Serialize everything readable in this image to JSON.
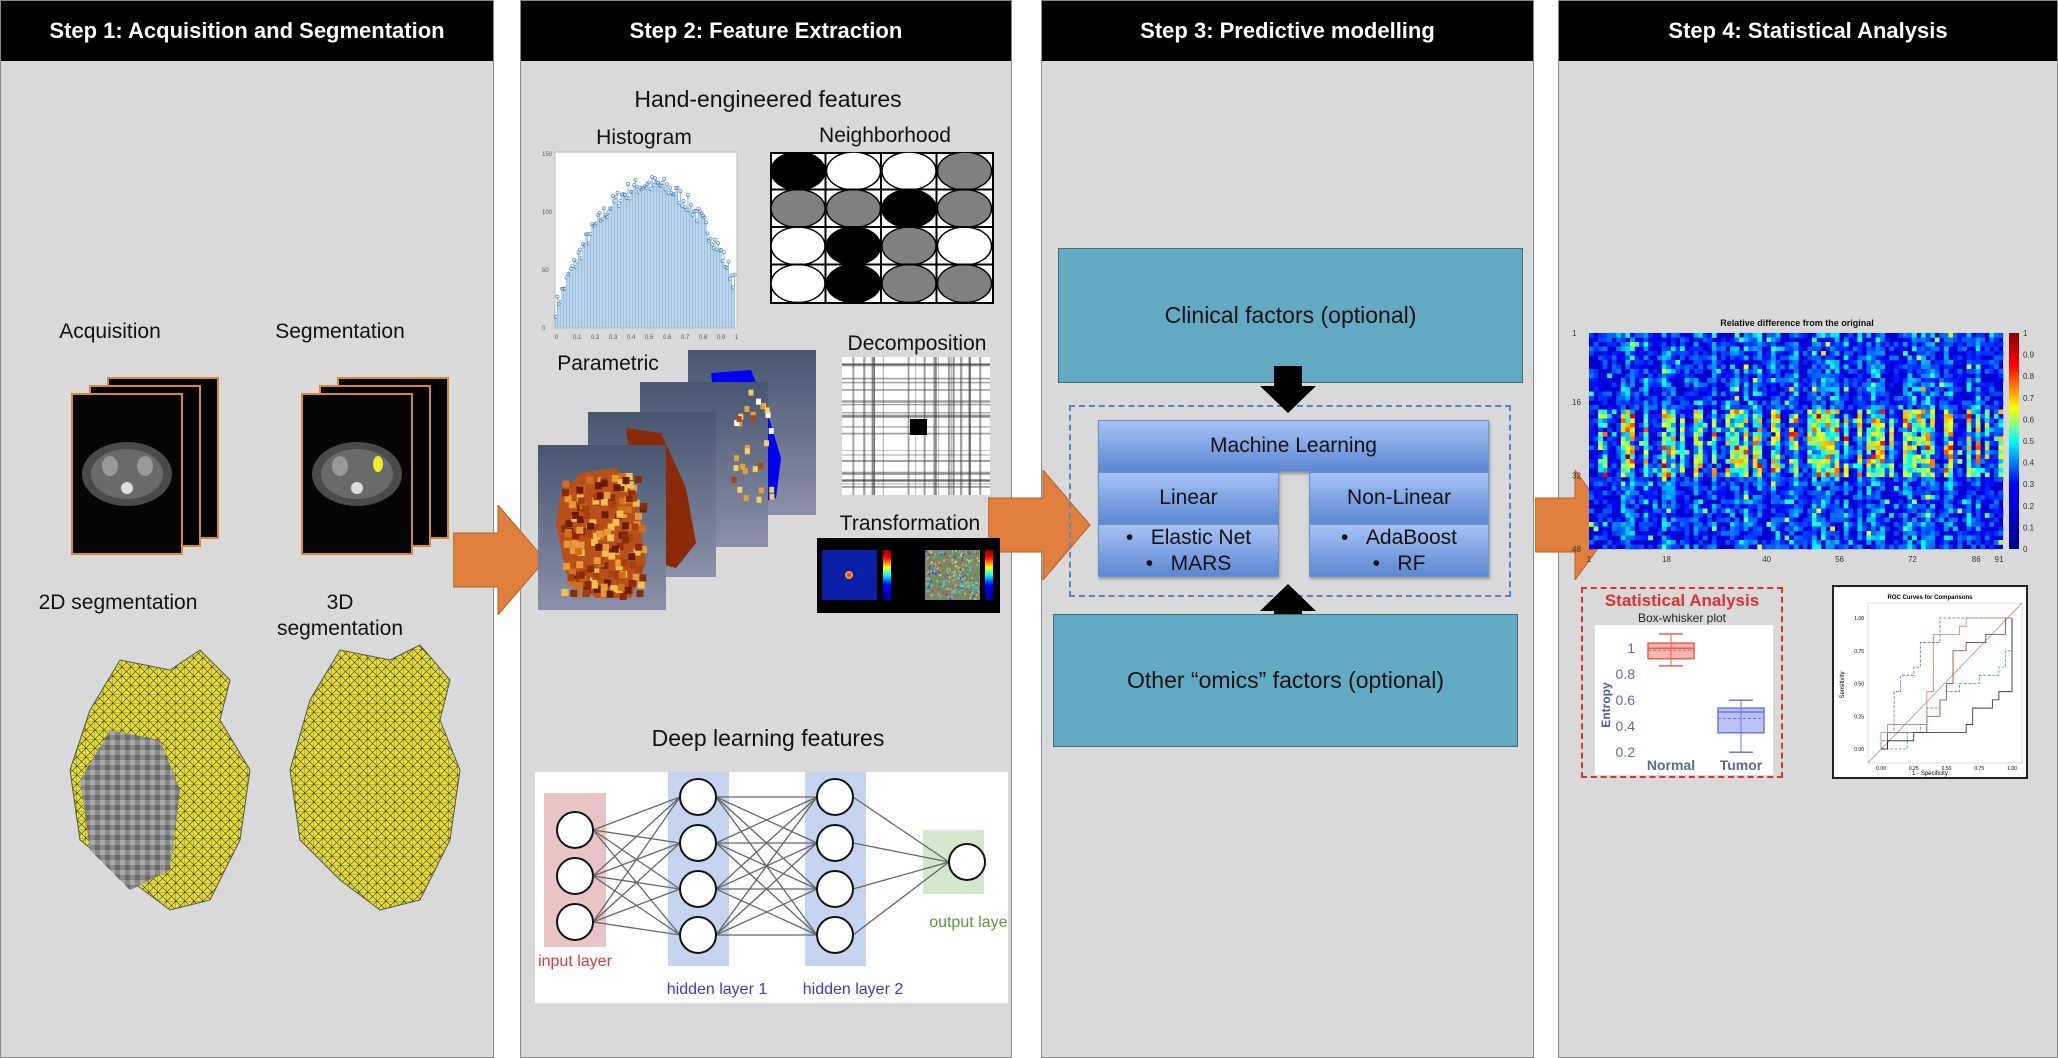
{
  "steps": [
    {
      "title": "Step 1: Acquisition and Segmentation"
    },
    {
      "title": "Step 2: Feature Extraction"
    },
    {
      "title": "Step 3: Predictive modelling"
    },
    {
      "title": "Step 4: Statistical Analysis"
    }
  ],
  "step1": {
    "acquisition": "Acquisition",
    "segmentation": "Segmentation",
    "seg2d": "2D segmentation",
    "seg3d": "3D segmentation"
  },
  "step2": {
    "hand_title": "Hand-engineered features",
    "histogram": "Histogram",
    "neighborhood": "Neighborhood",
    "parametric": "Parametric",
    "decomposition": "Decomposition",
    "transformation": "Transformation",
    "histogram_yticks": [
      "150",
      "100",
      "50",
      "0"
    ],
    "histogram_xticks": [
      "0",
      "0.1",
      "0.2",
      "0.3",
      "0.4",
      "0.5",
      "0.6",
      "0.7",
      "0.8",
      "0.9",
      "1"
    ],
    "neighborhood_grid": [
      [
        "black",
        "white",
        "white",
        "gray"
      ],
      [
        "gray",
        "gray",
        "black",
        "gray"
      ],
      [
        "white",
        "black",
        "gray",
        "white"
      ],
      [
        "white",
        "black",
        "gray",
        "gray"
      ]
    ],
    "deep_title": "Deep learning features",
    "nn": {
      "input": "input layer",
      "hidden1": "hidden layer 1",
      "hidden2": "hidden layer 2",
      "output": "output layer"
    },
    "colors": {
      "input": "#d33c3c",
      "hidden": "#3a3ad0",
      "output": "#5a9a3a"
    }
  },
  "step3": {
    "clinical": "Clinical factors (optional)",
    "omics": "Other “omics” factors (optional)",
    "ml": "Machine Learning",
    "linear": {
      "title": "Linear",
      "items": [
        "Elastic Net",
        "MARS"
      ]
    },
    "nonlinear": {
      "title": "Non-Linear",
      "items": [
        "AdaBoost",
        "RF"
      ]
    }
  },
  "step4": {
    "heatmap": {
      "title": "Relative difference from the original",
      "yticks": [
        "1",
        "16",
        "32",
        "48"
      ],
      "xticks": [
        "1",
        "18",
        "40",
        "56",
        "72",
        "86",
        "91"
      ],
      "cbar_ticks": [
        "1",
        "0.9",
        "0.8",
        "0.7",
        "0.6",
        "0.5",
        "0.4",
        "0.3",
        "0.2",
        "0.1",
        "0"
      ],
      "colormap": "jet"
    },
    "stat": {
      "title": "Statistical Analysis",
      "subtitle": "Box-whisker plot",
      "ylabel": "Entropy",
      "yticks": [
        "1",
        "0.8",
        "0.6",
        "0.4",
        "0.2"
      ],
      "groups": [
        {
          "name": "Normal",
          "min": 0.855,
          "q1": 0.91,
          "median": 0.99,
          "mean": 0.975,
          "q3": 1.03,
          "max": 1.1,
          "color": "#e8604c"
        },
        {
          "name": "Tumor",
          "min": 0.19,
          "q1": 0.34,
          "median": 0.5,
          "mean": 0.45,
          "q3": 0.53,
          "max": 0.59,
          "color": "#6a78e8"
        }
      ]
    },
    "roc": {
      "title": "ROC Curves for Comparisons",
      "xlabel": "1 - Specificity",
      "ylabel": "Sensitivity",
      "ticks": [
        "0.00",
        "0.25",
        "0.50",
        "0.75",
        "1.00"
      ]
    }
  },
  "colors": {
    "arrow": "#e07f3e",
    "teal": "#62a9c2",
    "title_bar": "#000000",
    "panel": "#d9d9d9"
  }
}
